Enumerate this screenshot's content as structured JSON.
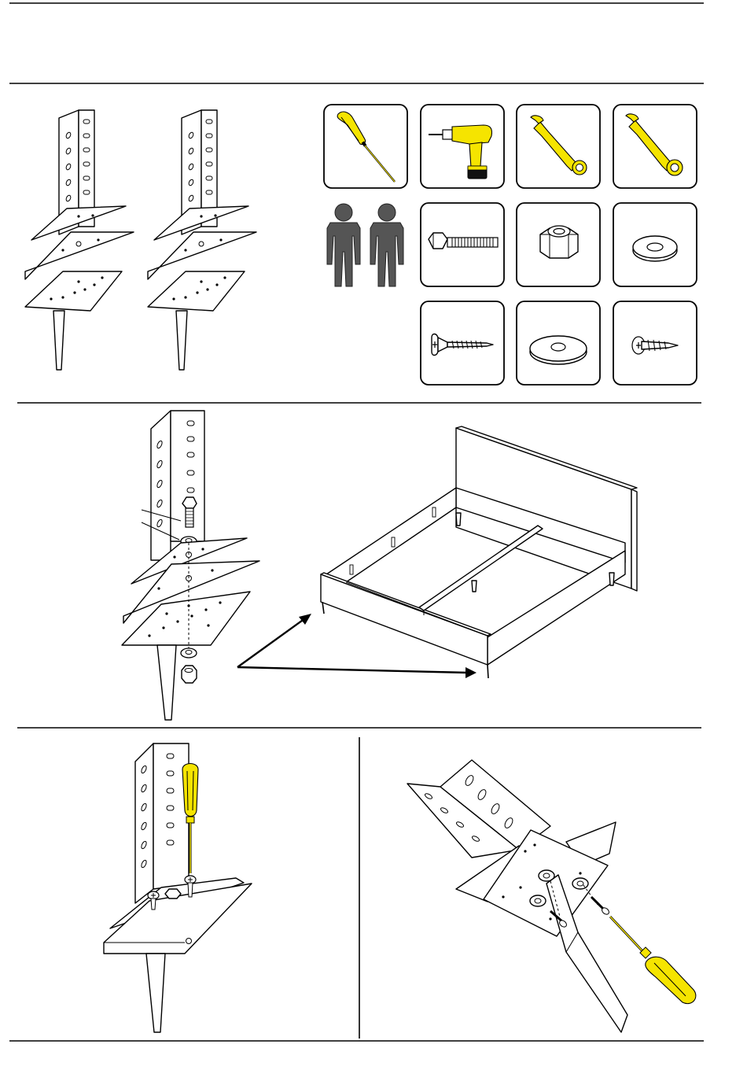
{
  "palette": {
    "line": "#000000",
    "tool_yellow": "#f5e400",
    "person_gray": "#555555",
    "background": "#ffffff"
  },
  "tools": [
    {
      "icon": "screwdriver-icon"
    },
    {
      "icon": "cordless-drill-icon"
    },
    {
      "icon": "wrench-icon"
    },
    {
      "icon": "wrench-icon"
    }
  ],
  "people_required": {
    "icon": "two-person-icon",
    "count": 2
  },
  "hardware": [
    {
      "icon": "hex-bolt-icon"
    },
    {
      "icon": "hex-nut-icon"
    },
    {
      "icon": "washer-icon"
    },
    {
      "icon": "countersunk-screw-icon"
    },
    {
      "icon": "large-washer-icon"
    },
    {
      "icon": "pan-head-screw-icon"
    }
  ],
  "steps": [
    {
      "id": "parts-overview"
    },
    {
      "id": "bolt-leg-to-frame-corner"
    },
    {
      "id": "screw-bracket-to-plate"
    },
    {
      "id": "screw-leg-underside"
    }
  ]
}
